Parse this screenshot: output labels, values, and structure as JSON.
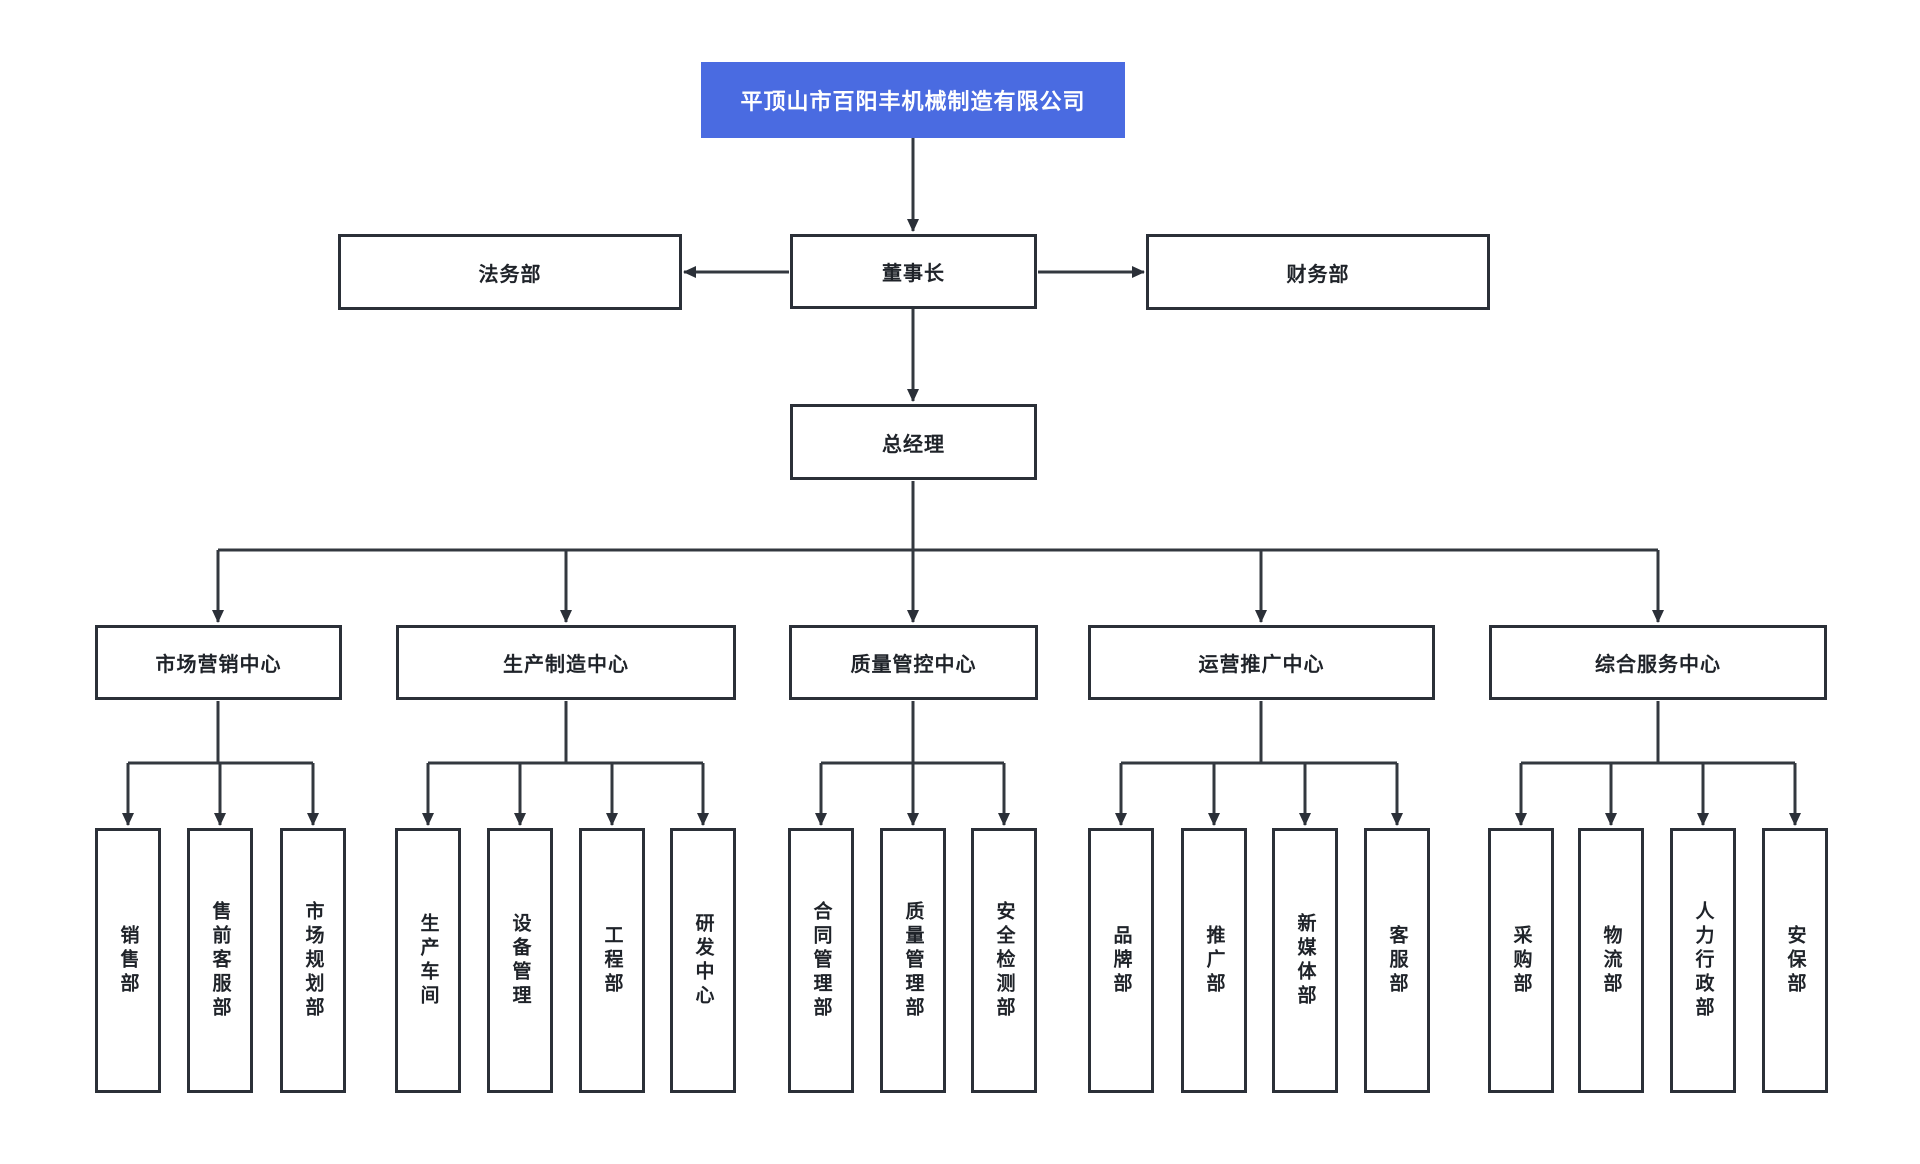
{
  "org": {
    "root": {
      "label": "平顶山市百阳丰机械制造有限公司"
    },
    "level2": {
      "legal": "法务部",
      "chairman": "董事长",
      "finance": "财务部"
    },
    "level3": {
      "general_manager": "总经理"
    },
    "centers": [
      {
        "label": "市场营销中心",
        "departments": [
          "销售部",
          "售前客服部",
          "市场规划部"
        ]
      },
      {
        "label": "生产制造中心",
        "departments": [
          "生产车间",
          "设备管理",
          "工程部",
          "研发中心"
        ]
      },
      {
        "label": "质量管控中心",
        "departments": [
          "合同管理部",
          "质量管理部",
          "安全检测部"
        ]
      },
      {
        "label": "运营推广中心",
        "departments": [
          "品牌部",
          "推广部",
          "新媒体部",
          "客服部"
        ]
      },
      {
        "label": "综合服务中心",
        "departments": [
          "采购部",
          "物流部",
          "人力行政部",
          "安保部"
        ]
      }
    ],
    "colors": {
      "root_bg": "#4a6be1",
      "root_text": "#ffffff",
      "node_border": "#2b3038",
      "connector": "#33383f",
      "node_text": "#1f2329",
      "background": "#ffffff"
    }
  }
}
